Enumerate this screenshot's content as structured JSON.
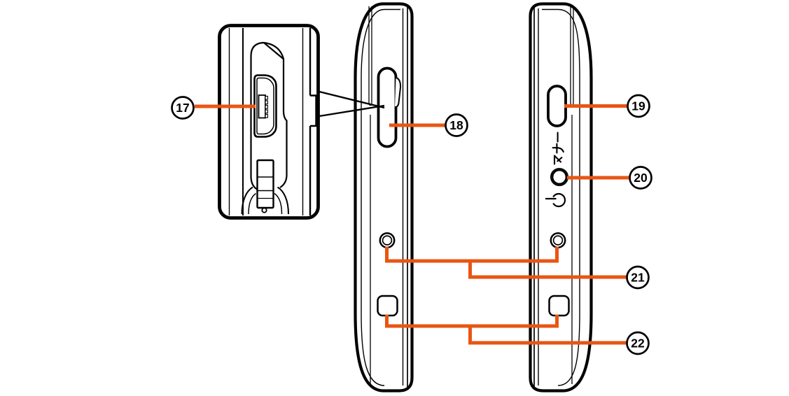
{
  "figure": {
    "background": "#FFFFFF",
    "outline_color": "#000000",
    "callout_color": "#E95513"
  },
  "callouts": {
    "c17": "17",
    "c18": "18",
    "c19": "19",
    "c20": "20",
    "c21": "21",
    "c22": "22"
  },
  "device": {
    "manner_button_label": "マナー",
    "power_icon": "power-standby-symbol",
    "usb_icon": "micro-usb-connector"
  }
}
